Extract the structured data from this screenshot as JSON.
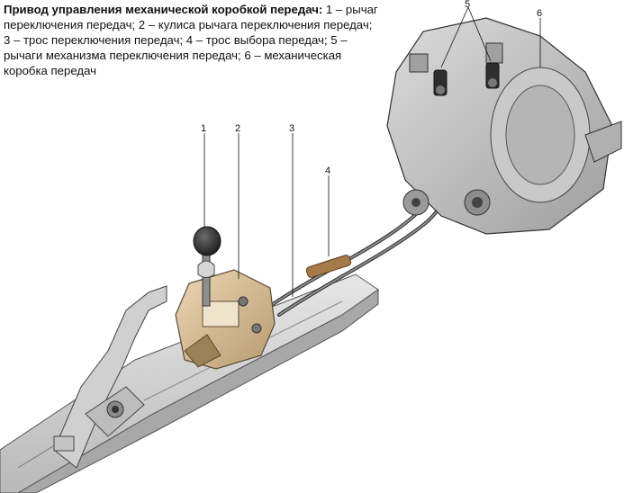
{
  "caption": {
    "title": "Привод управления механической коробкой передач:",
    "body": " 1 – рычаг переключения передач; 2 – кулиса рычага переключения передач; 3 – трос переключения передач; 4 – трос выбора передач; 5 – рычаги механизма переключения передач; 6 – механическая коробка передач"
  },
  "callouts": [
    {
      "id": "lever",
      "label": "1"
    },
    {
      "id": "gate",
      "label": "2"
    },
    {
      "id": "shift-cable",
      "label": "3"
    },
    {
      "id": "select-cable",
      "label": "4"
    },
    {
      "id": "mechanism-levers",
      "label": "5"
    },
    {
      "id": "gearbox",
      "label": "6"
    }
  ]
}
